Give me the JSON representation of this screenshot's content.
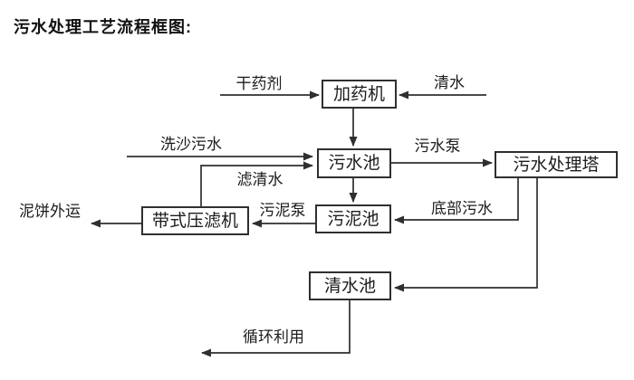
{
  "title": "污水处理工艺流程框图:",
  "diagram": {
    "type": "flowchart",
    "line_color": "#2f2f2f",
    "box_border_color": "#2f2f2f",
    "background_color": "#ffffff",
    "nodes": [
      {
        "id": "dosing-machine",
        "label": "加药机"
      },
      {
        "id": "sewage-pool",
        "label": "污水池"
      },
      {
        "id": "sewage-treatment-tower",
        "label": "污水处理塔"
      },
      {
        "id": "sludge-pool",
        "label": "污泥池"
      },
      {
        "id": "belt-filter-press",
        "label": "带式压滤机"
      },
      {
        "id": "clear-water-pool",
        "label": "清水池"
      }
    ],
    "edges": [
      {
        "from": "external-input",
        "to": "dosing-machine",
        "label": "干药剂"
      },
      {
        "from": "external-input",
        "to": "dosing-machine",
        "label": "清水"
      },
      {
        "from": "dosing-machine",
        "to": "sewage-pool",
        "label": ""
      },
      {
        "from": "external-input",
        "to": "sewage-pool",
        "label": "洗沙污水"
      },
      {
        "from": "belt-filter-press",
        "to": "sewage-pool",
        "label": "滤清水"
      },
      {
        "from": "sewage-pool",
        "to": "sewage-treatment-tower",
        "label": "污水泵"
      },
      {
        "from": "sewage-pool",
        "to": "sludge-pool",
        "label": ""
      },
      {
        "from": "sewage-treatment-tower",
        "to": "sludge-pool",
        "label": "底部污水"
      },
      {
        "from": "sewage-treatment-tower",
        "to": "clear-water-pool",
        "label": ""
      },
      {
        "from": "sludge-pool",
        "to": "belt-filter-press",
        "label": "污泥泵"
      },
      {
        "from": "belt-filter-press",
        "to": "external-output",
        "label": "泥饼外运"
      },
      {
        "from": "clear-water-pool",
        "to": "external-output",
        "label": "循环利用"
      }
    ]
  }
}
